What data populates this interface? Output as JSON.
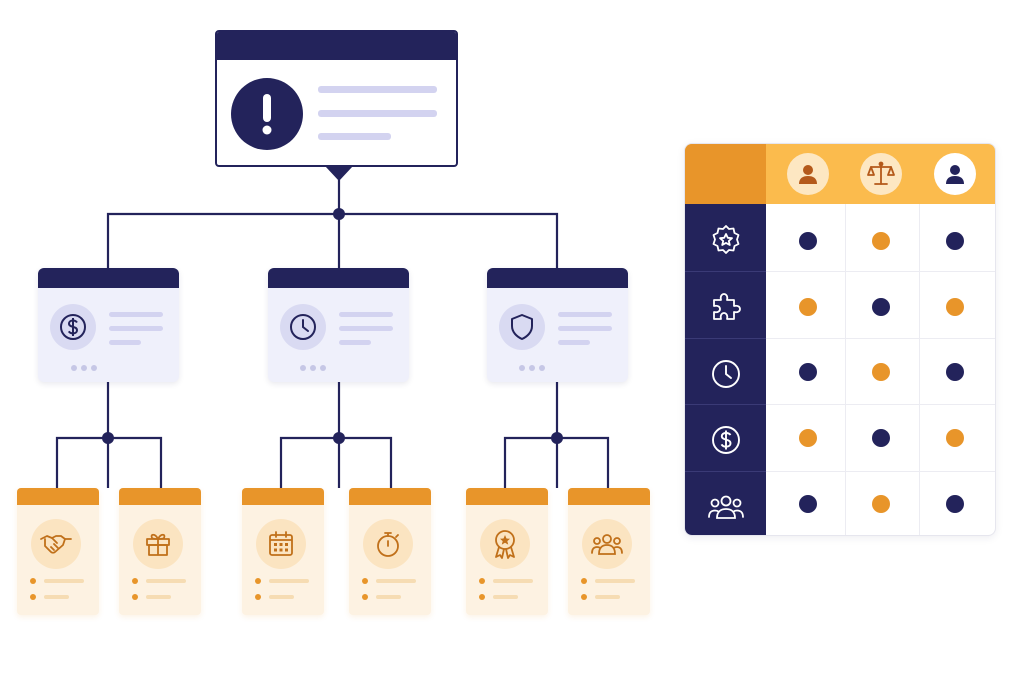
{
  "colors": {
    "navy": "#23235b",
    "orange": "#e8952a",
    "amber": "#fbbb4d",
    "lavender": "#eff0fb",
    "peach": "#fdf2e2",
    "text_line": "#d3d3f0"
  },
  "root": {
    "icon": "alert-exclamation-icon"
  },
  "branches": [
    {
      "icon": "dollar-icon",
      "leaves": [
        {
          "icon": "handshake-icon"
        },
        {
          "icon": "gift-icon"
        }
      ]
    },
    {
      "icon": "clock-icon",
      "leaves": [
        {
          "icon": "calendar-icon"
        },
        {
          "icon": "stopwatch-icon"
        }
      ]
    },
    {
      "icon": "shield-icon",
      "leaves": [
        {
          "icon": "award-ribbon-icon"
        },
        {
          "icon": "team-icon"
        }
      ]
    }
  ],
  "matrix": {
    "columns": [
      {
        "icon": "user-icon"
      },
      {
        "icon": "balance-scale-icon"
      },
      {
        "icon": "user-icon"
      }
    ],
    "rows": [
      {
        "icon": "star-badge-icon",
        "cells": [
          "navy",
          "orange",
          "navy"
        ]
      },
      {
        "icon": "puzzle-icon",
        "cells": [
          "orange",
          "navy",
          "orange"
        ]
      },
      {
        "icon": "clock-icon",
        "cells": [
          "navy",
          "orange",
          "navy"
        ]
      },
      {
        "icon": "dollar-icon",
        "cells": [
          "orange",
          "navy",
          "orange"
        ]
      },
      {
        "icon": "team-icon",
        "cells": [
          "navy",
          "orange",
          "navy"
        ]
      }
    ]
  }
}
